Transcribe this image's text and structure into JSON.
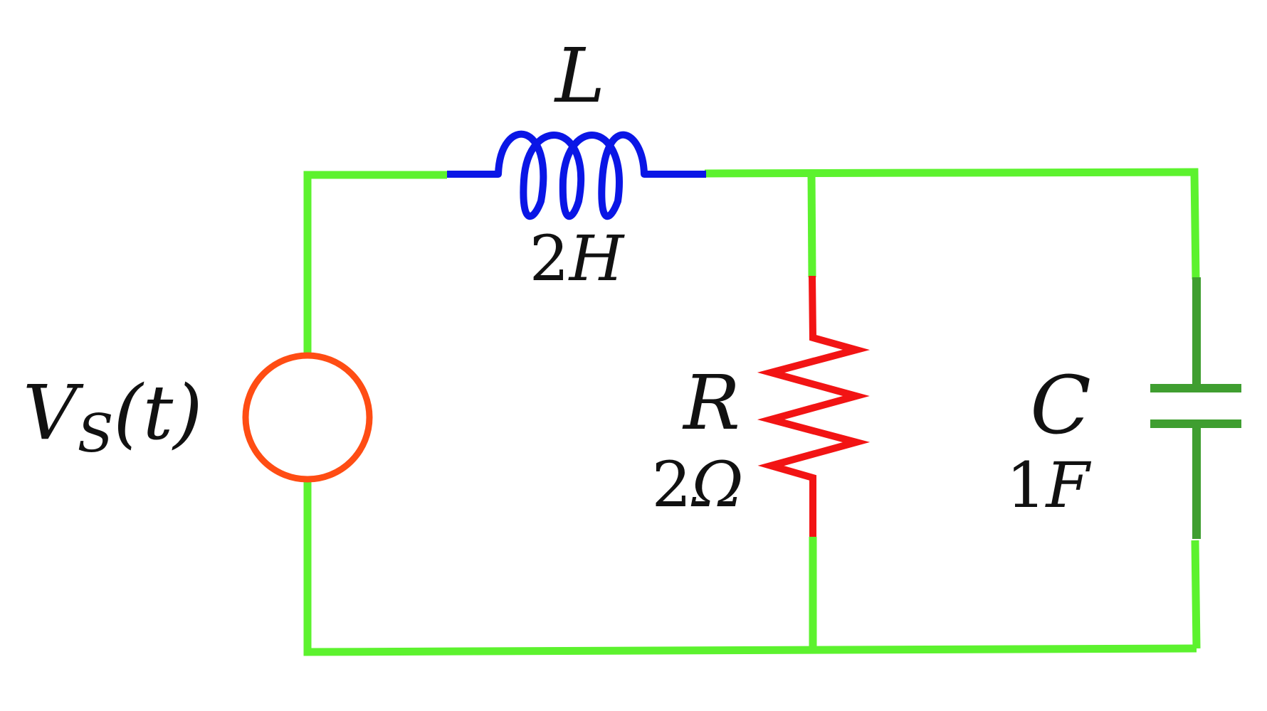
{
  "colors": {
    "wire": "#5cf22e",
    "inductor": "#0a16e6",
    "resistor": "#f21414",
    "capacitor": "#3f9e30",
    "source": "#ff4d14",
    "text": "#111111"
  },
  "source": {
    "symbol": "V",
    "subscript": "S",
    "argument": "(t)",
    "icon": "voltage-source-circle-icon"
  },
  "inductor": {
    "symbol": "L",
    "value_number": "2",
    "value_unit": "H",
    "icon": "inductor-coil-icon"
  },
  "resistor": {
    "symbol": "R",
    "value_number": "2",
    "value_unit": "Ω",
    "icon": "resistor-zigzag-icon"
  },
  "capacitor": {
    "symbol": "C",
    "value_number": "1",
    "value_unit": "F",
    "icon": "capacitor-plates-icon"
  }
}
